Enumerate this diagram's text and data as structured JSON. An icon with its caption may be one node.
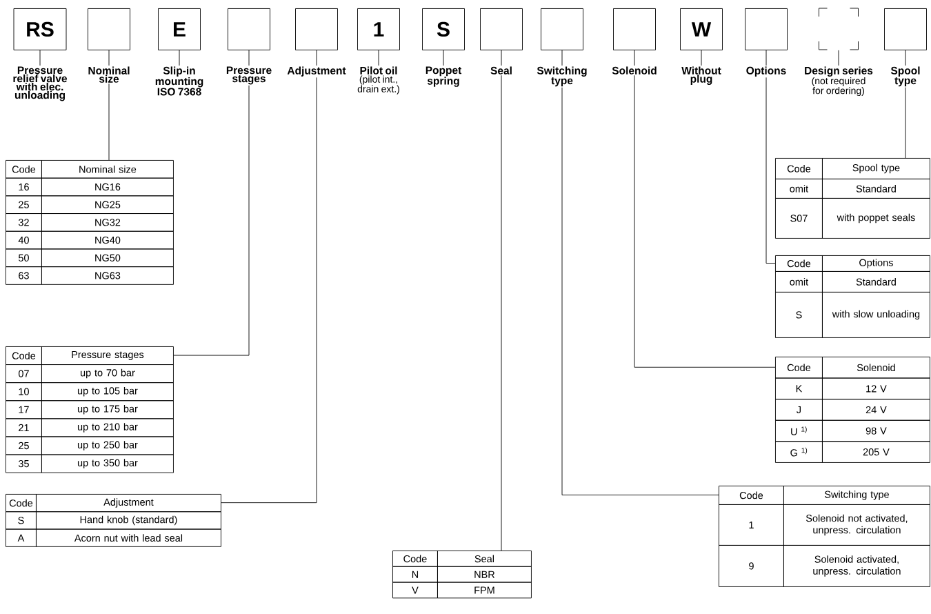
{
  "diagram": {
    "nodes": [
      {
        "text": [
          "RS"
        ]
      },
      {
        "text": [],
        "shape": "box"
      },
      {
        "text": [
          "E"
        ]
      },
      {
        "text": [],
        "shape": "box"
      },
      {
        "text": [],
        "shape": "box"
      },
      {
        "text": [
          "1"
        ]
      },
      {
        "text": [
          "S"
        ]
      },
      {
        "text": [],
        "shape": "box"
      },
      {
        "text": [],
        "shape": "box"
      },
      {
        "text": [],
        "shape": "box"
      },
      {
        "text": [
          "W"
        ]
      },
      {
        "text": [],
        "shape": "box"
      },
      {
        "text": [],
        "shape": "box"
      },
      {
        "text": [],
        "shape": "box"
      },
      {
        "text": [
          "Pressure relief valve with elec. unloading"
        ]
      },
      {
        "text": [
          "Nominal size"
        ]
      },
      {
        "text": [
          "Slip-in mounting ISO 7368"
        ]
      },
      {
        "text": [
          "Pressure stages"
        ]
      },
      {
        "text": [
          "Adjustment"
        ]
      },
      {
        "text": [
          "Pilot oil",
          "(pilot int., drain ext.)"
        ]
      },
      {
        "text": [
          "Poppet spring"
        ]
      },
      {
        "text": [
          "Seal"
        ]
      },
      {
        "text": [
          "Switching type"
        ]
      },
      {
        "text": [
          "Solenoid"
        ]
      },
      {
        "text": [
          "Without plug"
        ]
      },
      {
        "text": [
          "Options"
        ]
      },
      {
        "text": [
          "Design series",
          "(not required for ordering)"
        ]
      },
      {
        "text": [
          "Spool type"
        ]
      },
      {
        "text": [
          "Code",
          "Nominal size",
          "16",
          "NG16",
          "25",
          "NG25",
          "32",
          "NG32",
          "40",
          "NG40",
          "50",
          "NG50",
          "63",
          "NG63"
        ]
      },
      {
        "text": [
          "Code",
          "Spool type",
          "omit",
          "Standard",
          "S07",
          "with poppet seals"
        ]
      },
      {
        "text": [
          "Code",
          "Options",
          "omit",
          "Standard",
          "S",
          "with slow unloading"
        ]
      },
      {
        "text": [
          "Code",
          "Pressure stages",
          "07",
          "up to 70 bar",
          "10",
          "up to 105 bar",
          "17",
          "up to 175 bar",
          "21",
          "up to 210 bar",
          "25",
          "up to 250 bar",
          "35",
          "up to 350 bar"
        ]
      },
      {
        "text": [
          "Code",
          "Solenoid",
          "K",
          "12 V",
          "J",
          "24 V",
          "U $^{1)}$",
          "98 V",
          "G $^{1)}$",
          "205 V"
        ]
      },
      {
        "text": [
          "Code",
          "Switching type",
          "1",
          "Solenoid not activated, unpress. circulation",
          "9",
          "Solenoid activated, unpress. circulation"
        ]
      },
      {
        "text": [
          "Code",
          "Adjustment",
          "S",
          "Hand knob (standard)",
          "A",
          "Acorn nut with lead seal"
        ]
      },
      {
        "text": [
          "Code",
          "Seal",
          "N",
          "NBR",
          "V",
          "FPM"
        ]
      }
    ],
    "edges": [
      {
        "from": 0,
        "to": 14,
        "arrow": "none"
      },
      {
        "from": 1,
        "to": 15,
        "arrow": "none"
      },
      {
        "from": 2,
        "to": 16,
        "arrow": "none"
      },
      {
        "from": 3,
        "to": 17,
        "arrow": "none"
      },
      {
        "from": 4,
        "to": 18,
        "arrow": "none"
      },
      {
        "from": 5,
        "to": 19,
        "arrow": "none"
      },
      {
        "from": 6,
        "to": 20,
        "arrow": "none"
      },
      {
        "from": 7,
        "to": 21,
        "arrow": "none"
      },
      {
        "from": 8,
        "to": 22,
        "arrow": "none"
      },
      {
        "from": 9,
        "to": 23,
        "arrow": "none"
      },
      {
        "from": 10,
        "to": 24,
        "arrow": "none"
      },
      {
        "from": 11,
        "to": 25,
        "arrow": "none"
      },
      {
        "from": 12,
        "to": 26,
        "arrow": "none"
      },
      {
        "from": 13,
        "to": 27,
        "arrow": "none"
      },
      {
        "from": 15,
        "to": 28,
        "arrow": "none"
      },
      {
        "from": 27,
        "to": 29,
        "arrow": "none"
      },
      {
        "from": 25,
        "to": 30,
        "arrow": "none"
      },
      {
        "from": 17,
        "to": 31,
        "arrow": "none"
      },
      {
        "from": 23,
        "to": 32,
        "arrow": "none"
      },
      {
        "from": 22,
        "to": 33,
        "arrow": "none"
      },
      {
        "from": 18,
        "to": 34,
        "arrow": "none"
      },
      {
        "from": 21,
        "to": 35,
        "arrow": "none"
      }
    ]
  }
}
